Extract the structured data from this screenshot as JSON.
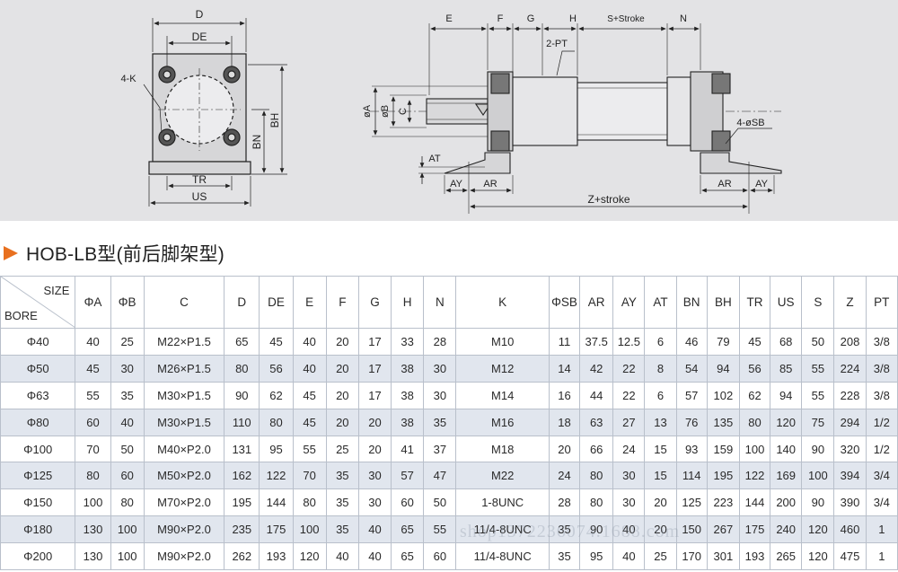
{
  "drawing": {
    "front_view": {
      "d": "D",
      "de": "DE",
      "k": "4-K",
      "bh": "BH",
      "bn": "BN",
      "tr": "TR",
      "us": "US"
    },
    "side_view": {
      "e": "E",
      "f": "F",
      "g": "G",
      "h": "H",
      "s_stroke": "S+Stroke",
      "n": "N",
      "pt": "2-PT",
      "a": "øA",
      "b": "øB",
      "c": "C",
      "sb": "4-øSB",
      "at": "AT",
      "ay_left": "AY",
      "ar_left": "AR",
      "ar_right": "AR",
      "ay_right": "AY",
      "z_stroke": "Z+stroke"
    }
  },
  "section": {
    "title": "HOB-LB型(前后脚架型)"
  },
  "table": {
    "corner_size": "SIZE",
    "corner_bore": "BORE",
    "columns": [
      "ΦA",
      "ΦB",
      "C",
      "D",
      "DE",
      "E",
      "F",
      "G",
      "H",
      "N",
      "K",
      "ΦSB",
      "AR",
      "AY",
      "AT",
      "BN",
      "BH",
      "TR",
      "US",
      "S",
      "Z",
      "PT"
    ],
    "rows": [
      [
        "Φ40",
        "40",
        "25",
        "M22×P1.5",
        "65",
        "45",
        "40",
        "20",
        "17",
        "33",
        "28",
        "M10",
        "11",
        "37.5",
        "12.5",
        "6",
        "46",
        "79",
        "45",
        "68",
        "50",
        "208",
        "3/8"
      ],
      [
        "Φ50",
        "45",
        "30",
        "M26×P1.5",
        "80",
        "56",
        "40",
        "20",
        "17",
        "38",
        "30",
        "M12",
        "14",
        "42",
        "22",
        "8",
        "54",
        "94",
        "56",
        "85",
        "55",
        "224",
        "3/8"
      ],
      [
        "Φ63",
        "55",
        "35",
        "M30×P1.5",
        "90",
        "62",
        "45",
        "20",
        "17",
        "38",
        "30",
        "M14",
        "16",
        "44",
        "22",
        "6",
        "57",
        "102",
        "62",
        "94",
        "55",
        "228",
        "3/8"
      ],
      [
        "Φ80",
        "60",
        "40",
        "M30×P1.5",
        "110",
        "80",
        "45",
        "20",
        "20",
        "38",
        "35",
        "M16",
        "18",
        "63",
        "27",
        "13",
        "76",
        "135",
        "80",
        "120",
        "75",
        "294",
        "1/2"
      ],
      [
        "Φ100",
        "70",
        "50",
        "M40×P2.0",
        "131",
        "95",
        "55",
        "25",
        "20",
        "41",
        "37",
        "M18",
        "20",
        "66",
        "24",
        "15",
        "93",
        "159",
        "100",
        "140",
        "90",
        "320",
        "1/2"
      ],
      [
        "Φ125",
        "80",
        "60",
        "M50×P2.0",
        "162",
        "122",
        "70",
        "35",
        "30",
        "57",
        "47",
        "M22",
        "24",
        "80",
        "30",
        "15",
        "114",
        "195",
        "122",
        "169",
        "100",
        "394",
        "3/4"
      ],
      [
        "Φ150",
        "100",
        "80",
        "M70×P2.0",
        "195",
        "144",
        "80",
        "35",
        "30",
        "60",
        "50",
        "1-8UNC",
        "28",
        "80",
        "30",
        "20",
        "125",
        "223",
        "144",
        "200",
        "90",
        "390",
        "3/4"
      ],
      [
        "Φ180",
        "130",
        "100",
        "M90×P2.0",
        "235",
        "175",
        "100",
        "35",
        "40",
        "65",
        "55",
        "11/4-8UNC",
        "35",
        "90",
        "40",
        "20",
        "150",
        "267",
        "175",
        "240",
        "120",
        "460",
        "1"
      ],
      [
        "Φ200",
        "130",
        "100",
        "M90×P2.0",
        "262",
        "193",
        "120",
        "40",
        "40",
        "65",
        "60",
        "11/4-8UNC",
        "35",
        "95",
        "40",
        "25",
        "170",
        "301",
        "193",
        "265",
        "120",
        "475",
        "1"
      ]
    ]
  },
  "watermark": "shop1372236074.1688.com",
  "colors": {
    "accent": "#e8701f",
    "stripe": "#e1e6ee",
    "grid": "#b9c0cb",
    "drawing_bg": "#e3e3e5"
  }
}
